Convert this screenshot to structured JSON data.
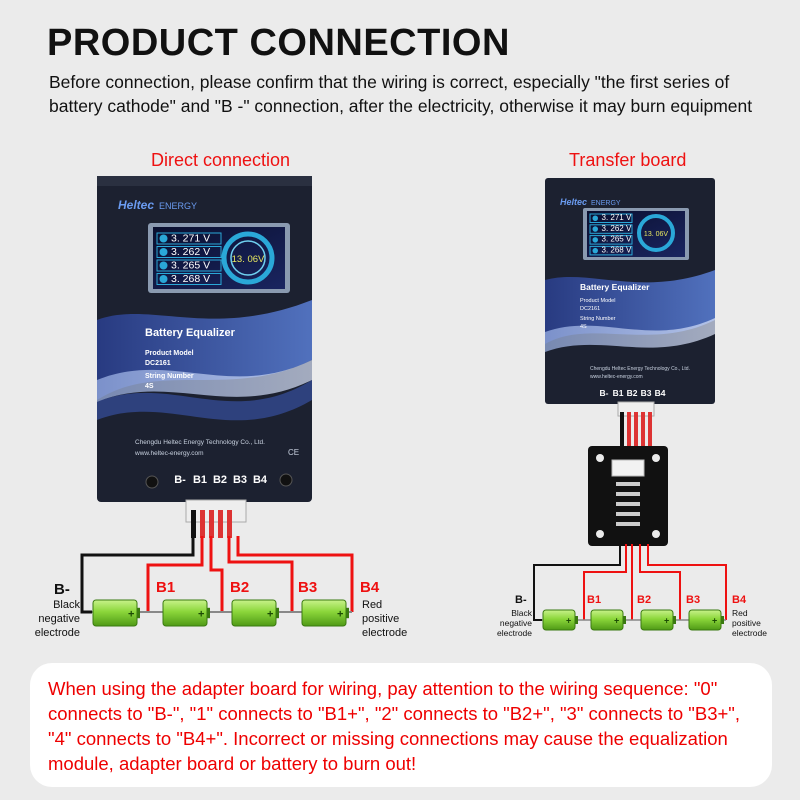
{
  "title": "PRODUCT CONNECTION",
  "intro": "Before connection, please confirm that the wiring is correct, especially \"the first series of battery cathode\" and \"B -\" connection, after the electricity, otherwise it may burn equipment",
  "colors": {
    "accent_red": "#e11111",
    "device_body": "#1c2130",
    "battery_green": "#8bd63a",
    "background": "#ebebeb"
  },
  "sections": {
    "direct": {
      "label": "Direct connection"
    },
    "transfer": {
      "label": "Transfer board"
    }
  },
  "device": {
    "brand": "Heltec",
    "brand_suffix": "ENERGY",
    "cells": [
      {
        "id": "01",
        "value": "3. 271 V"
      },
      {
        "id": "02",
        "value": "3. 262 V"
      },
      {
        "id": "03",
        "value": "3. 265 V"
      },
      {
        "id": "04",
        "value": "3. 268 V"
      }
    ],
    "gauge": "13. 06V",
    "name": "Battery Equalizer",
    "model_label": "Product Model",
    "model": "DC2161",
    "string_label": "String Number",
    "string_count": "4S",
    "company": "Chengdu Heltec Energy Technology Co., Ltd.",
    "website": "www.heltec-energy.com",
    "ce": "CE",
    "terminals": [
      "B-",
      "B1",
      "B2",
      "B3",
      "B4"
    ]
  },
  "labels": {
    "b_minus": "B-",
    "black_lines": [
      "Black",
      "negative",
      "electrode"
    ],
    "b1": "B1",
    "b2": "B2",
    "b3": "B3",
    "b4": "B4",
    "red_lines": [
      "Red",
      "positive",
      "electrode"
    ],
    "plus": "+"
  },
  "note": "When using the adapter board for wiring, pay attention to the wiring sequence: \"0\" connects to \"B-\", \"1\" connects to \"B1+\", \"2\" connects to \"B2+\", \"3\" connects to \"B3+\", \"4\" connects to \"B4+\". Incorrect or missing connections may cause the equalization module, adapter board or battery to burn out!"
}
